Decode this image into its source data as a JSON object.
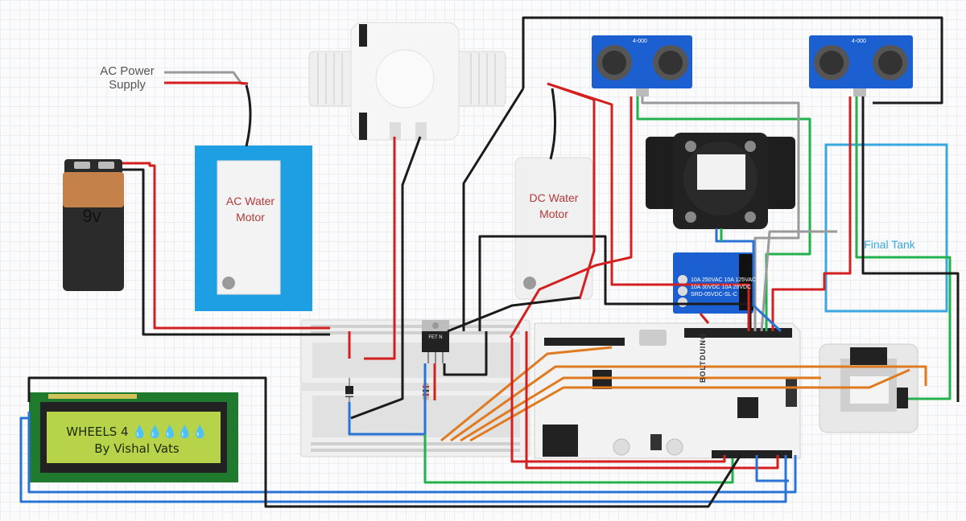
{
  "labels": {
    "ac_power_supply": "AC Power Supply",
    "battery_voltage": "9v",
    "ac_water_motor": "AC Water Motor",
    "dc_water_motor": "DC Water Motor",
    "final_tank": "Final Tank",
    "lcd_line1": "WHEELS 4 💧💧💧💧💧",
    "lcd_line2": "By Vishal Vats",
    "board_name": "BOLTDUINO",
    "fet_label": "FET N",
    "sensor1_label": "4-000",
    "sensor2_label": "4-000",
    "relay_text": "10A 250VAC 10A 125VAC\n10A 30VDC 10A 28VDC\nSRD-05VDC-SL-C"
  },
  "colors": {
    "wire_red": "#d41f1f",
    "wire_black": "#1b1b1b",
    "wire_blue": "#2a73d6",
    "wire_green": "#22b14c",
    "wire_gray": "#9a9a9a",
    "wire_orange": "#e07a1f",
    "motor_bg": "#1e9ee3",
    "tank_border": "#3aa7e0",
    "lcd_pcb": "#1f7a2e",
    "lcd_screen": "#b7d34a",
    "sensor_blue": "#1c5fd0",
    "relay_blue": "#1c5fd0"
  },
  "icons": [
    "battery-icon",
    "solenoid-valve-icon",
    "ultrasonic-sensor-icon",
    "flow-sensor-icon",
    "relay-icon",
    "breadboard-icon",
    "mosfet-icon",
    "diode-icon",
    "resistor-icon",
    "arduino-board-icon",
    "wifi-module-icon",
    "lcd-display-icon"
  ]
}
